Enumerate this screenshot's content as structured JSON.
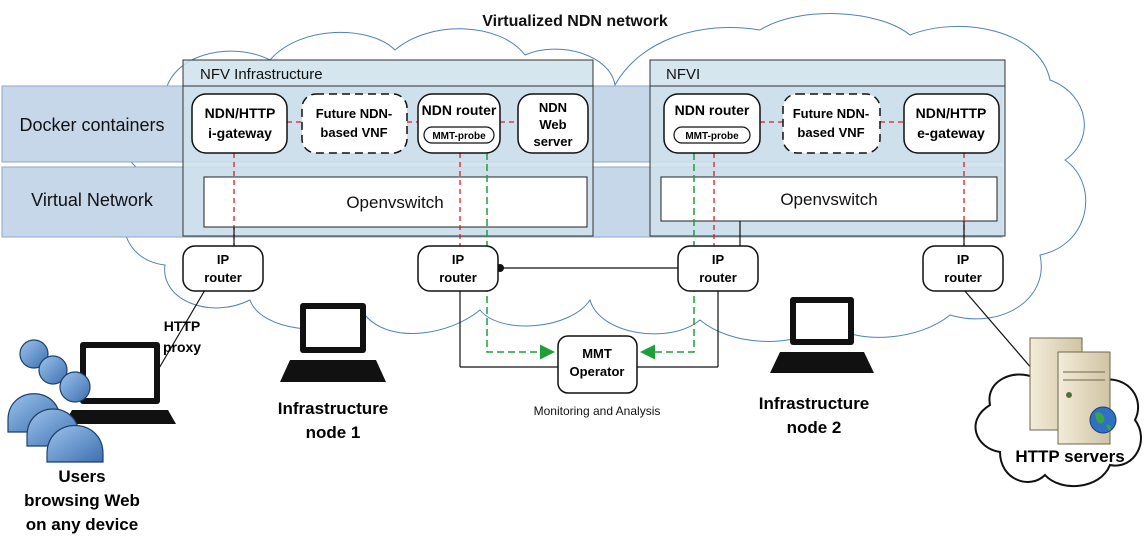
{
  "title": "Virtualized NDN network",
  "layers": {
    "docker": "Docker containers",
    "virtual_network": "Virtual Network"
  },
  "nfv": {
    "left_label": "NFV Infrastructure",
    "right_label": "NFVI"
  },
  "containers": {
    "i_gateway": [
      "NDN/HTTP",
      "i-gateway"
    ],
    "future_vnf_left": [
      "Future NDN-",
      "based VNF"
    ],
    "ndn_router_left": "NDN router",
    "mmt_probe_left": "MMT-probe",
    "web_server": [
      "NDN",
      "Web",
      "server"
    ],
    "ndn_router_right": "NDN router",
    "mmt_probe_right": "MMT-probe",
    "future_vnf_right": [
      "Future NDN-",
      "based VNF"
    ],
    "e_gateway": [
      "NDN/HTTP",
      "e-gateway"
    ]
  },
  "switch_label": "Openvswitch",
  "ip_router": [
    "IP",
    "router"
  ],
  "http_proxy": [
    "HTTP",
    "proxy"
  ],
  "mmt_operator": [
    "MMT",
    "Operator"
  ],
  "monitoring": "Monitoring and Analysis",
  "node1": [
    "Infrastructure",
    "node 1"
  ],
  "node2": [
    "Infrastructure",
    "node 2"
  ],
  "users": [
    "Users",
    "browsing Web",
    "on any device"
  ],
  "http_servers": "HTTP servers",
  "colors": {
    "layer_fill": "#c6d7ea",
    "nfv_fill": "#cfe2ec",
    "cloud_stroke": "#4f81bd",
    "red_link": "#d82020",
    "green_link": "#1f9e3a",
    "user_blue": "#5b8fc9"
  }
}
